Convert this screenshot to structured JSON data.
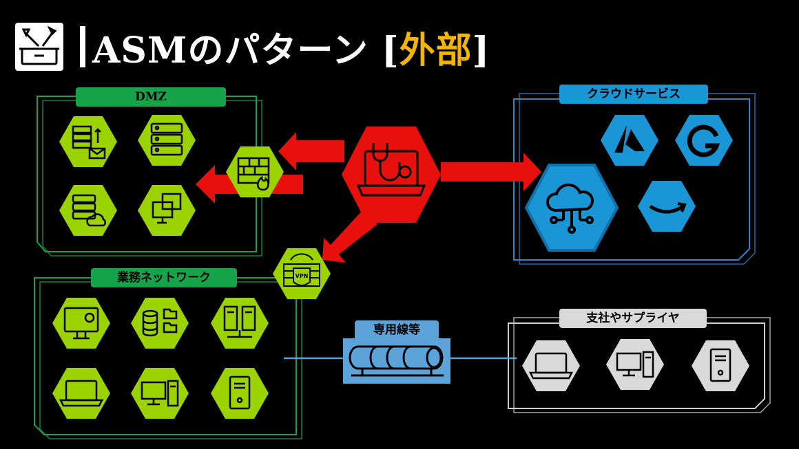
{
  "title": {
    "prefix": "ASMのパターン [",
    "accent": "外部",
    "suffix": "]"
  },
  "groups": {
    "dmz": "DMZ",
    "cloud": "クラウドサービス",
    "business": "業務ネットワーク",
    "branch": "支社やサプライヤ",
    "line": "専用線等"
  },
  "icons": {
    "vpn": "VPN"
  },
  "colors": {
    "background": "#000000",
    "title_accent": "#f5b400",
    "dmz_green": "#16a34a",
    "node_lime": "#9ad300",
    "attacker_red": "#e8100c",
    "cloud_blue": "#1a96d6",
    "line_blue": "#5ba3d9",
    "branch_gray": "#d9d9d9"
  }
}
